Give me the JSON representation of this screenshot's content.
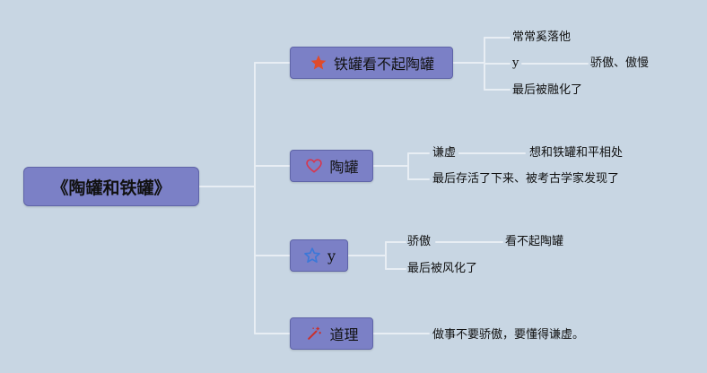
{
  "root": {
    "label": "《陶罐和铁罐》"
  },
  "branches": [
    {
      "label": "铁罐看不起陶罐",
      "icon": "star-icon",
      "items": [
        "常常奚落他",
        "y",
        "骄傲、傲慢",
        "最后被融化了"
      ]
    },
    {
      "label": "陶罐",
      "icon": "heart-icon",
      "items": [
        "谦虚",
        "想和铁罐和平相处",
        "最后存活了下来、被考古学家发现了"
      ]
    },
    {
      "label": "y",
      "icon": "star-outline-icon",
      "items": [
        "骄傲",
        "看不起陶罐",
        "最后被风化了"
      ]
    },
    {
      "label": "道理",
      "icon": "magic-wand-icon",
      "items": [
        "做事不要骄傲，要懂得谦虚。"
      ]
    }
  ],
  "colors": {
    "background": "#c8d6e3",
    "node_fill": "#7b80c6",
    "connector": "#e8eef4",
    "star": "#e04b2a",
    "heart": "#d6374f",
    "star_outline": "#3b78d8",
    "wand": "#c9302c"
  }
}
